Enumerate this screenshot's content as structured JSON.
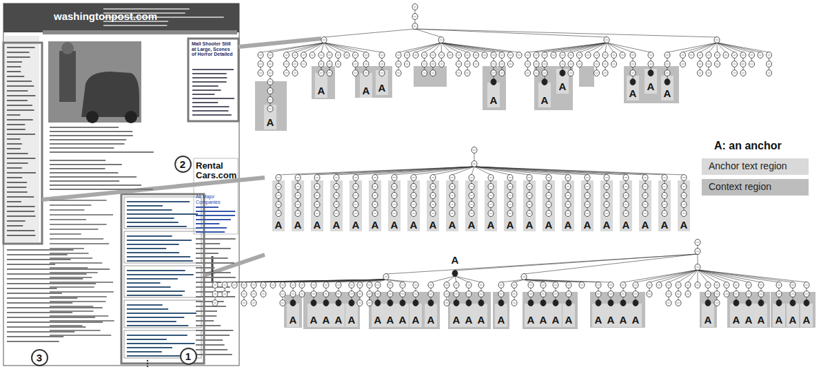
{
  "diagram": {
    "nodes": [
      {
        "text": [
          "2"
        ]
      },
      {
        "text": [
          "3"
        ]
      },
      {
        "text": [
          "1"
        ]
      }
    ],
    "labels": [
      "washingtonpost.com",
      "Mall Shooter Still at Large, Scenes of Horror Detailed",
      "Rental Cars.com",
      "All Major Companies",
      "A: an anchor",
      "A",
      "A",
      "A",
      "A",
      "A",
      "A",
      "A",
      "A",
      "A",
      "A",
      "A",
      "A",
      "A",
      "A",
      "A",
      "A",
      "A",
      "A",
      "A",
      "A",
      "A",
      "A",
      "A",
      "A",
      "A",
      "A",
      "A",
      "A",
      "A",
      "A",
      "A",
      "A",
      "A",
      "A",
      "A",
      "A",
      "A",
      "A",
      "A",
      "A",
      "A",
      "A",
      "A",
      "A",
      "A",
      "A",
      "A",
      "A",
      "A",
      "A",
      "A",
      "A",
      "A",
      "A",
      "A",
      "A",
      "A",
      "A",
      "A",
      "A",
      "A",
      "A"
    ],
    "legend": [
      {
        "text": "Anchor text region",
        "color": "#d9d9d9"
      },
      {
        "text": "Context region",
        "color": "#bdbdbd"
      }
    ]
  }
}
